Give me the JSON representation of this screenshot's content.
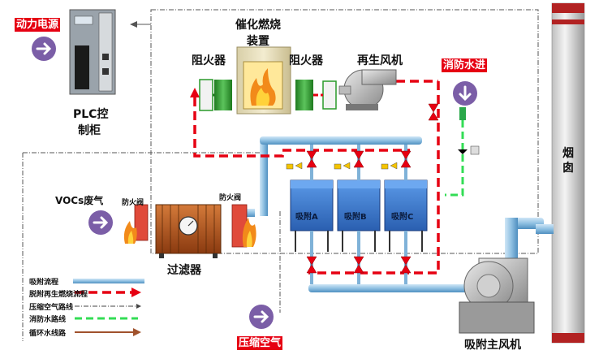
{
  "labels": {
    "power_supply": "动力电源",
    "plc_cabinet_line1": "PLC控",
    "plc_cabinet_line2": "制柜",
    "catalytic_burner_line1": "催化燃烧",
    "catalytic_burner_line2": "装置",
    "flame_arrester_left": "阻火器",
    "flame_arrester_right": "阻火器",
    "regen_fan": "再生风机",
    "fire_water_in": "消防水进",
    "chimney_char1": "烟",
    "chimney_char2": "囱",
    "vocs_gas": "VOCs废气",
    "fire_damper_left": "防火阀",
    "fire_damper_right": "防火阀",
    "filter": "过滤器",
    "adsorber_a": "吸附A",
    "adsorber_b": "吸附B",
    "adsorber_c": "吸附C",
    "compressed_air": "压缩空气",
    "main_fan": "吸附主风机"
  },
  "legend": [
    {
      "label": "吸附流程",
      "style": "solid",
      "color": "#7fb2d8"
    },
    {
      "label": "脱附再生燃烧流程",
      "style": "dashed",
      "color": "#e60012"
    },
    {
      "label": "压缩空气路线",
      "style": "dashdot",
      "color": "#333333"
    },
    {
      "label": "消防水路线",
      "style": "dashed",
      "color": "#33dd55"
    },
    {
      "label": "循环水线路",
      "style": "arrow",
      "color": "#a0522d"
    }
  ],
  "colors": {
    "pipe": "#7fb2d8",
    "desorption": "#e60012",
    "fire_water": "#33dd55",
    "adsorber": "#3a7bd5",
    "icon_circle": "#7b5ea7",
    "chimney_band": "#b22222"
  },
  "icons": {
    "input_arrow": "arrow-right-circle-icon",
    "water_down": "arrow-down-circle-icon",
    "gauge": "pressure-gauge-icon",
    "flame": "flame-icon",
    "valve": "butterfly-valve-icon"
  }
}
